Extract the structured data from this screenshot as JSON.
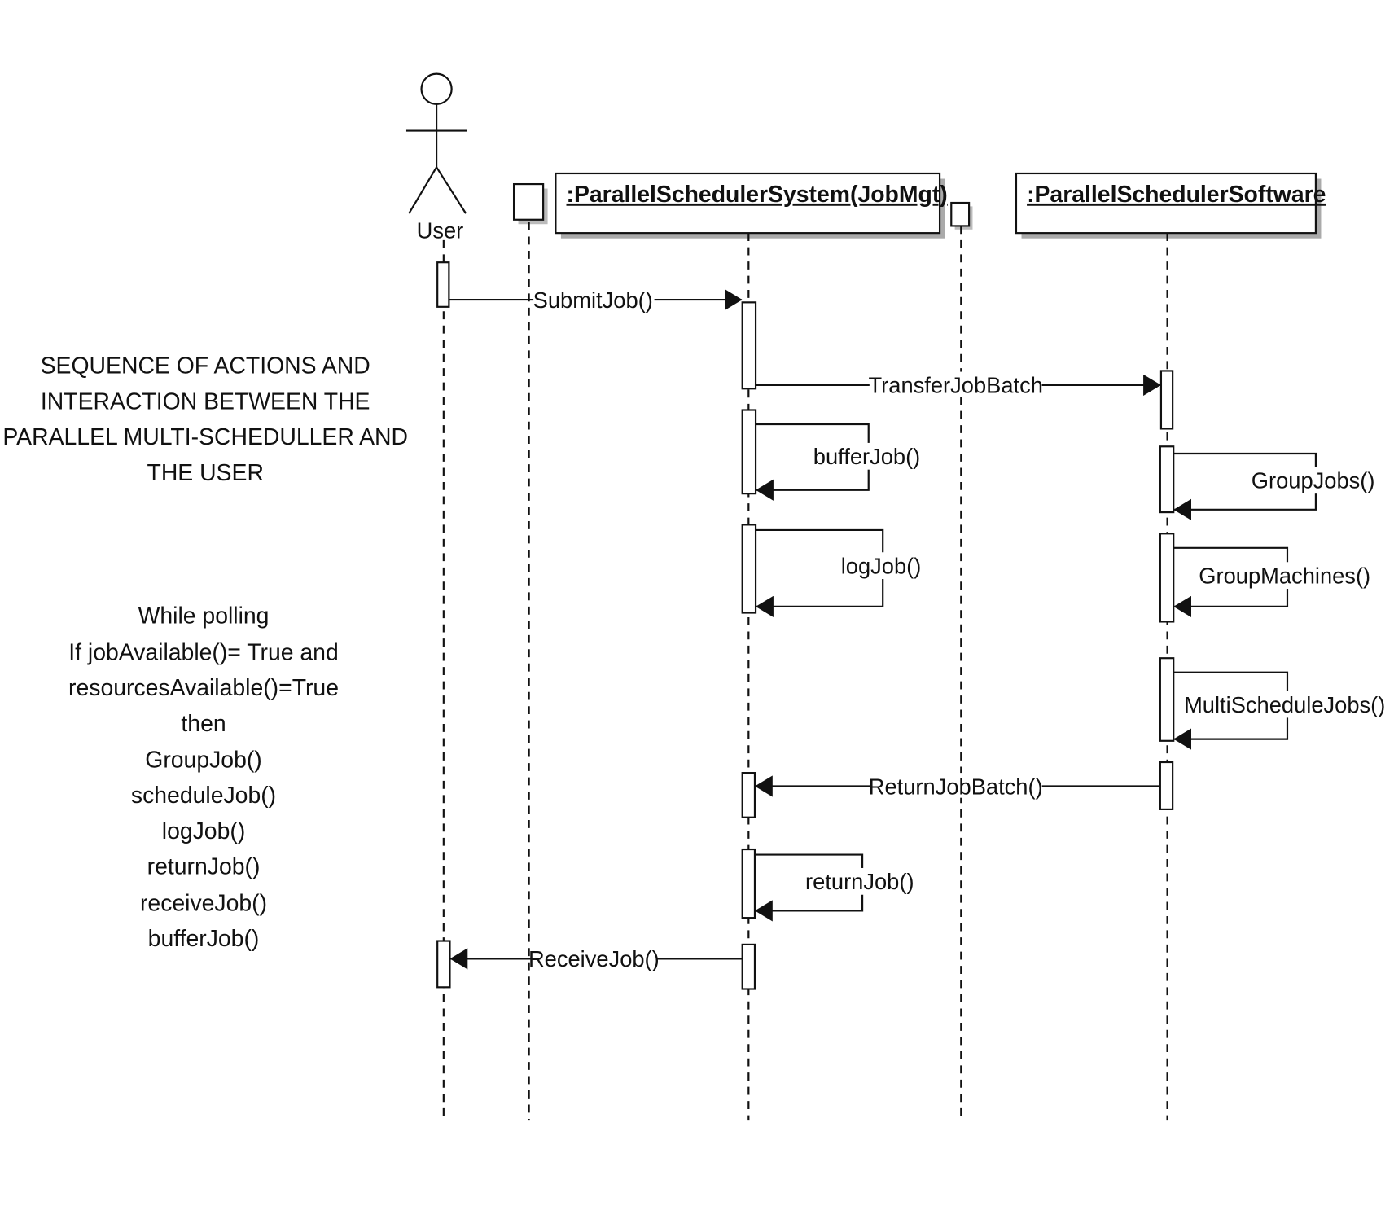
{
  "actors": {
    "user": "User",
    "system": ":ParallelSchedulerSystem(JobMgt)",
    "software": ":ParallelSchedulerSoftware"
  },
  "messages": {
    "submit": "SubmitJob()",
    "transfer": "TransferJobBatch",
    "buffer": "bufferJob()",
    "log": "logJob()",
    "group_jobs": "GroupJobs()",
    "group_machines": "GroupMachines()",
    "multi": "MultiScheduleJobs()",
    "return_batch": "ReturnJobBatch()",
    "return_job": "returnJob()",
    "receive": "ReceiveJob()"
  },
  "notes": {
    "title_lines": [
      "SEQUENCE OF ACTIONS AND",
      "INTERACTION BETWEEN THE",
      "PARALLEL MULTI-SCHEDULLER AND",
      "THE USER"
    ],
    "loop_lines": [
      "While polling",
      "If jobAvailable()= True and",
      "resourcesAvailable()=True",
      "then",
      "GroupJob()",
      "scheduleJob()",
      "logJob()",
      "returnJob()",
      "receiveJob()",
      "bufferJob()"
    ]
  }
}
